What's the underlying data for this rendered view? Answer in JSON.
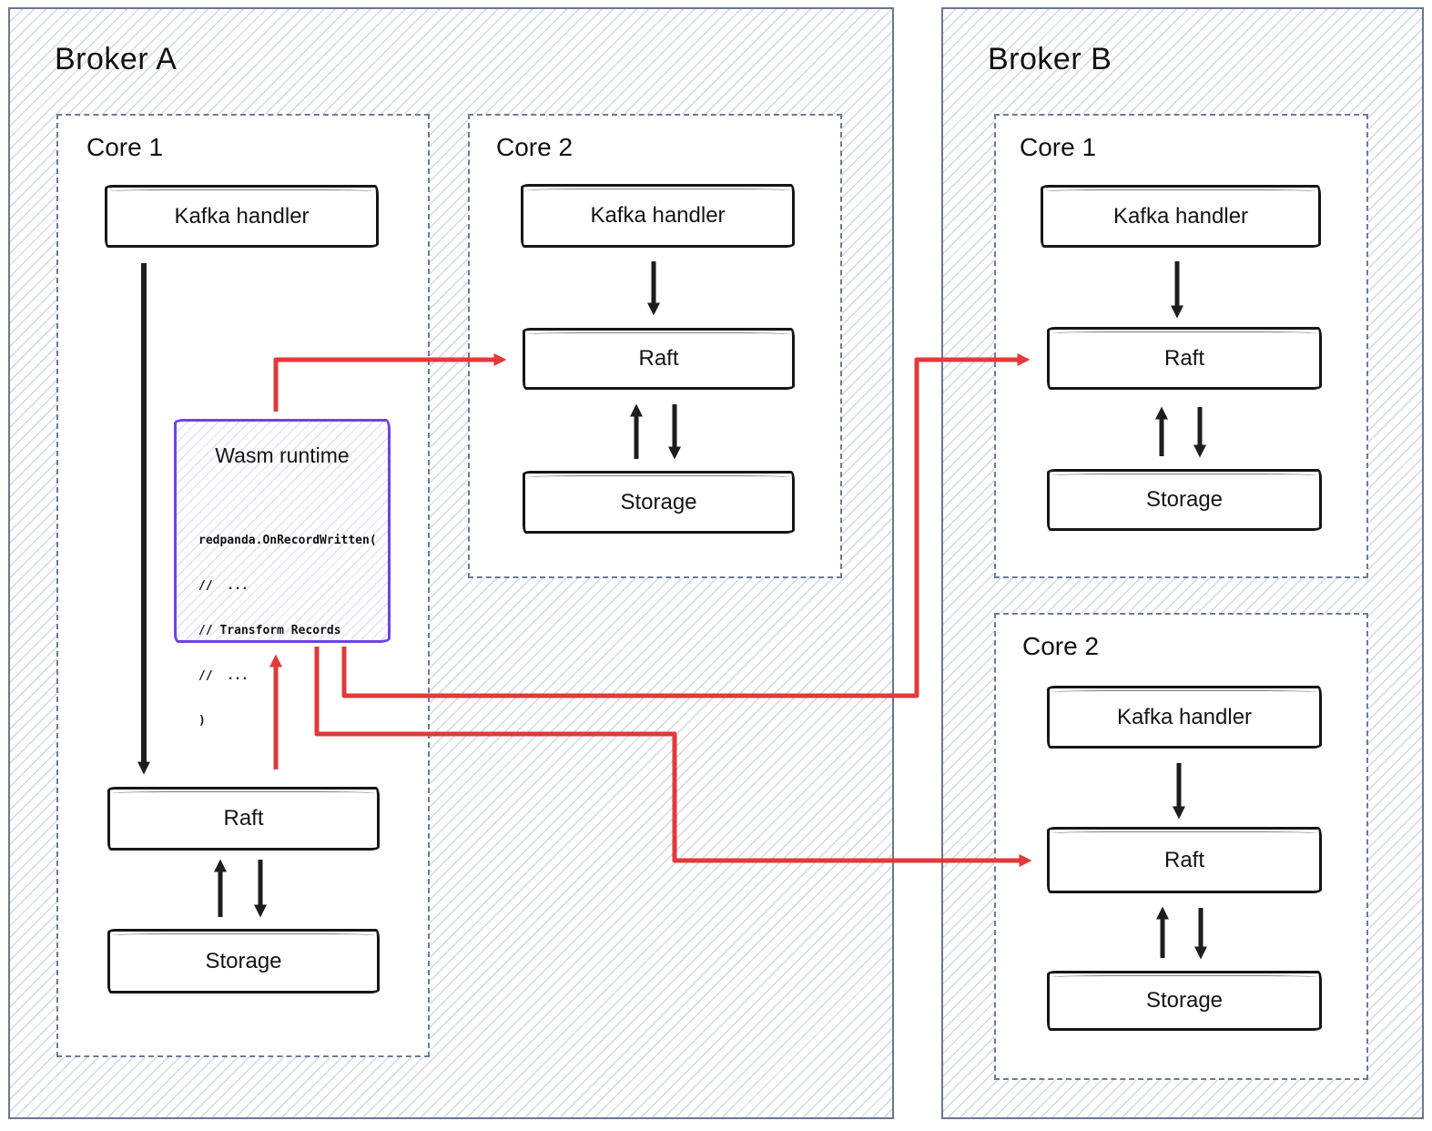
{
  "diagram": {
    "broker_a": {
      "title": "Broker A",
      "core1": {
        "label": "Core 1",
        "kafka": "Kafka handler",
        "raft": "Raft",
        "storage": "Storage",
        "wasm": {
          "title": "Wasm runtime",
          "code": [
            "redpanda.OnRecordWritten(",
            "//  ...",
            "// Transform Records",
            "//  ...",
            ")"
          ]
        }
      },
      "core2": {
        "label": "Core 2",
        "kafka": "Kafka handler",
        "raft": "Raft",
        "storage": "Storage"
      }
    },
    "broker_b": {
      "title": "Broker B",
      "core1": {
        "label": "Core 1",
        "kafka": "Kafka handler",
        "raft": "Raft",
        "storage": "Storage"
      },
      "core2": {
        "label": "Core 2",
        "kafka": "Kafka handler",
        "raft": "Raft",
        "storage": "Storage"
      }
    },
    "colors": {
      "arrow_red": "#e03a3a",
      "arrow_black": "#1d1d1d",
      "wasm_purple": "#6c43e0",
      "frame_slate": "#69778f"
    }
  }
}
